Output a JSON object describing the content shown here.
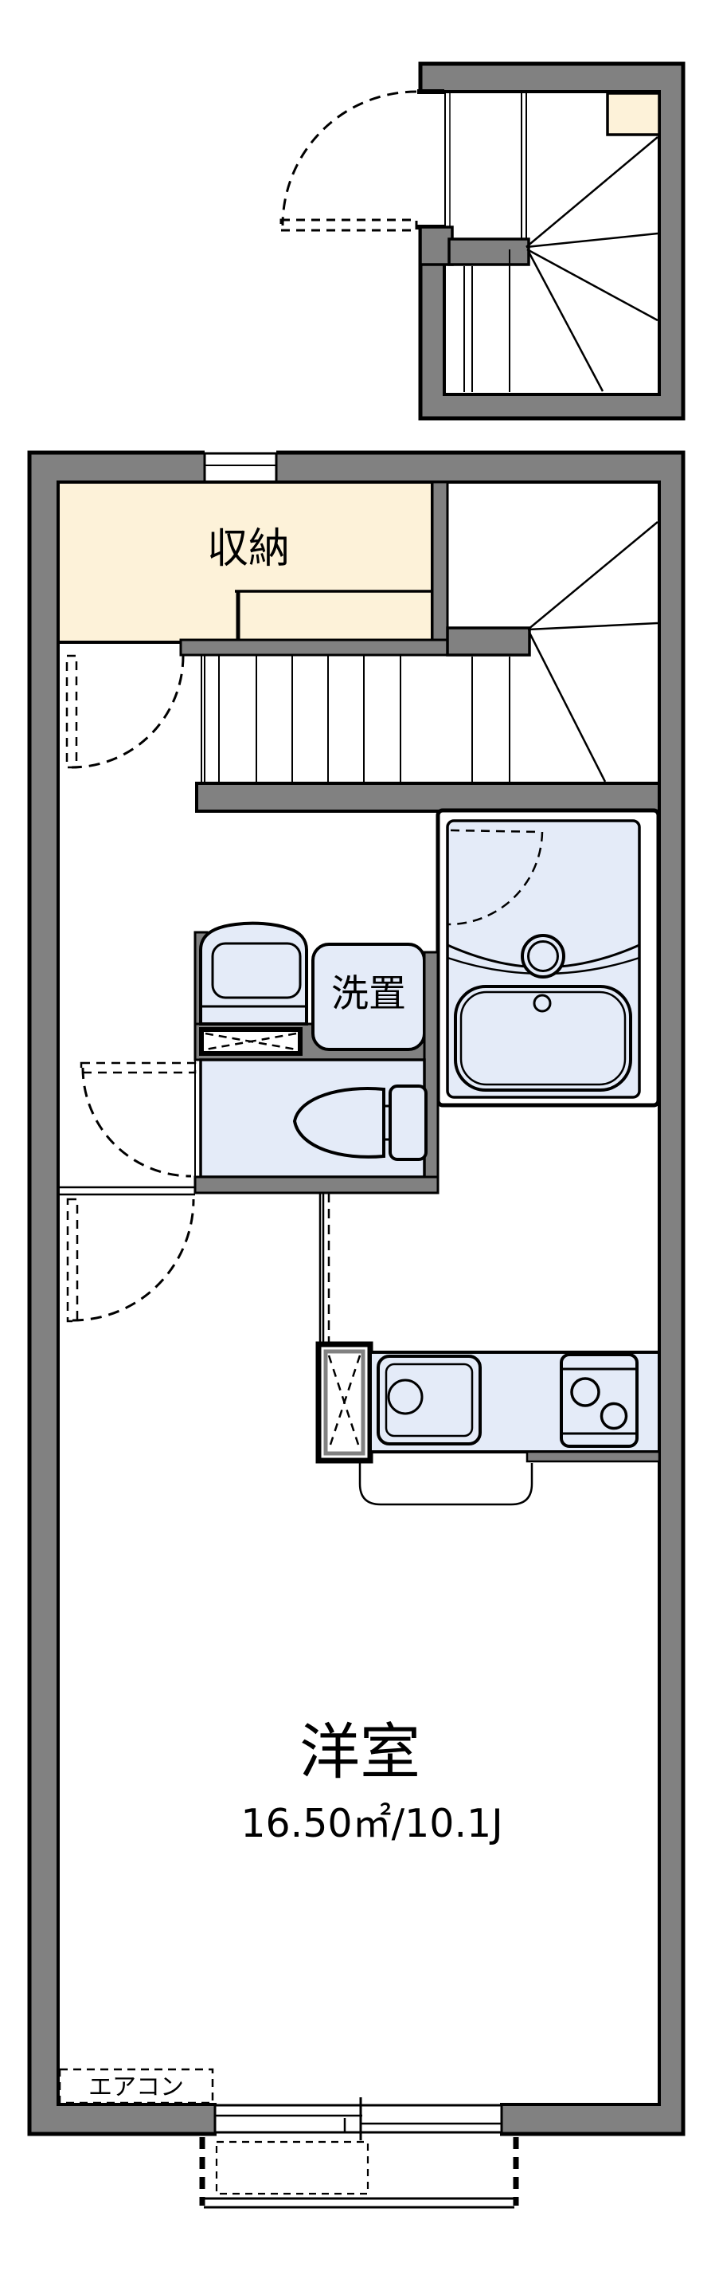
{
  "title": "Japanese apartment floor plan",
  "colors": {
    "wall": "#818181",
    "line": "#000000",
    "storage_fill": "#fdf2d9",
    "fixture_fill": "#e4ebf8"
  },
  "labels": {
    "storage": "収納",
    "washer_space": "洗置",
    "main_room": "洋室",
    "main_room_area": "16.50㎡/10.1J",
    "aircon": "エアコン"
  }
}
